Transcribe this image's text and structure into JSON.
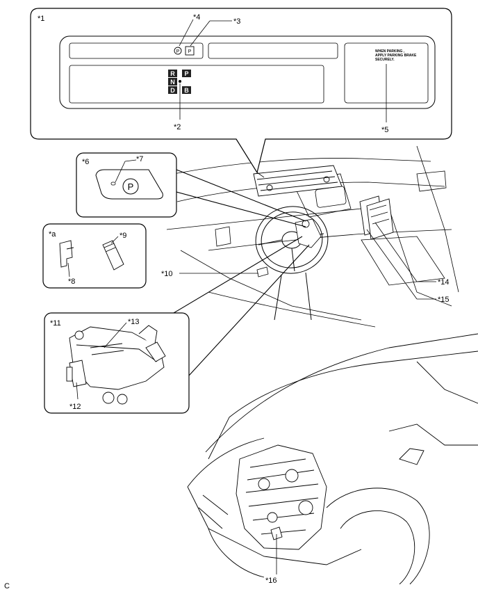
{
  "callouts": {
    "c1": "*1",
    "c2": "*2",
    "c3": "*3",
    "c4": "*4",
    "c5": "*5",
    "c6": "*6",
    "c7": "*7",
    "c8": "*8",
    "c9": "*9",
    "c10": "*10",
    "c11": "*11",
    "c12": "*12",
    "c13": "*13",
    "c14": "*14",
    "c15": "*15",
    "c16": "*16",
    "ca": "*a"
  },
  "meter": {
    "warning_line1": "WHEN   PARKING ,",
    "warning_line2": "APPLY PARKING BRAKE",
    "warning_line3": "SECURELY.",
    "shift_r": "R",
    "shift_n": "N",
    "shift_d": "D",
    "shift_p": "P",
    "shift_b": "B",
    "p_icon": "P"
  },
  "switch": {
    "p_label": "P"
  },
  "corner_code": "C"
}
